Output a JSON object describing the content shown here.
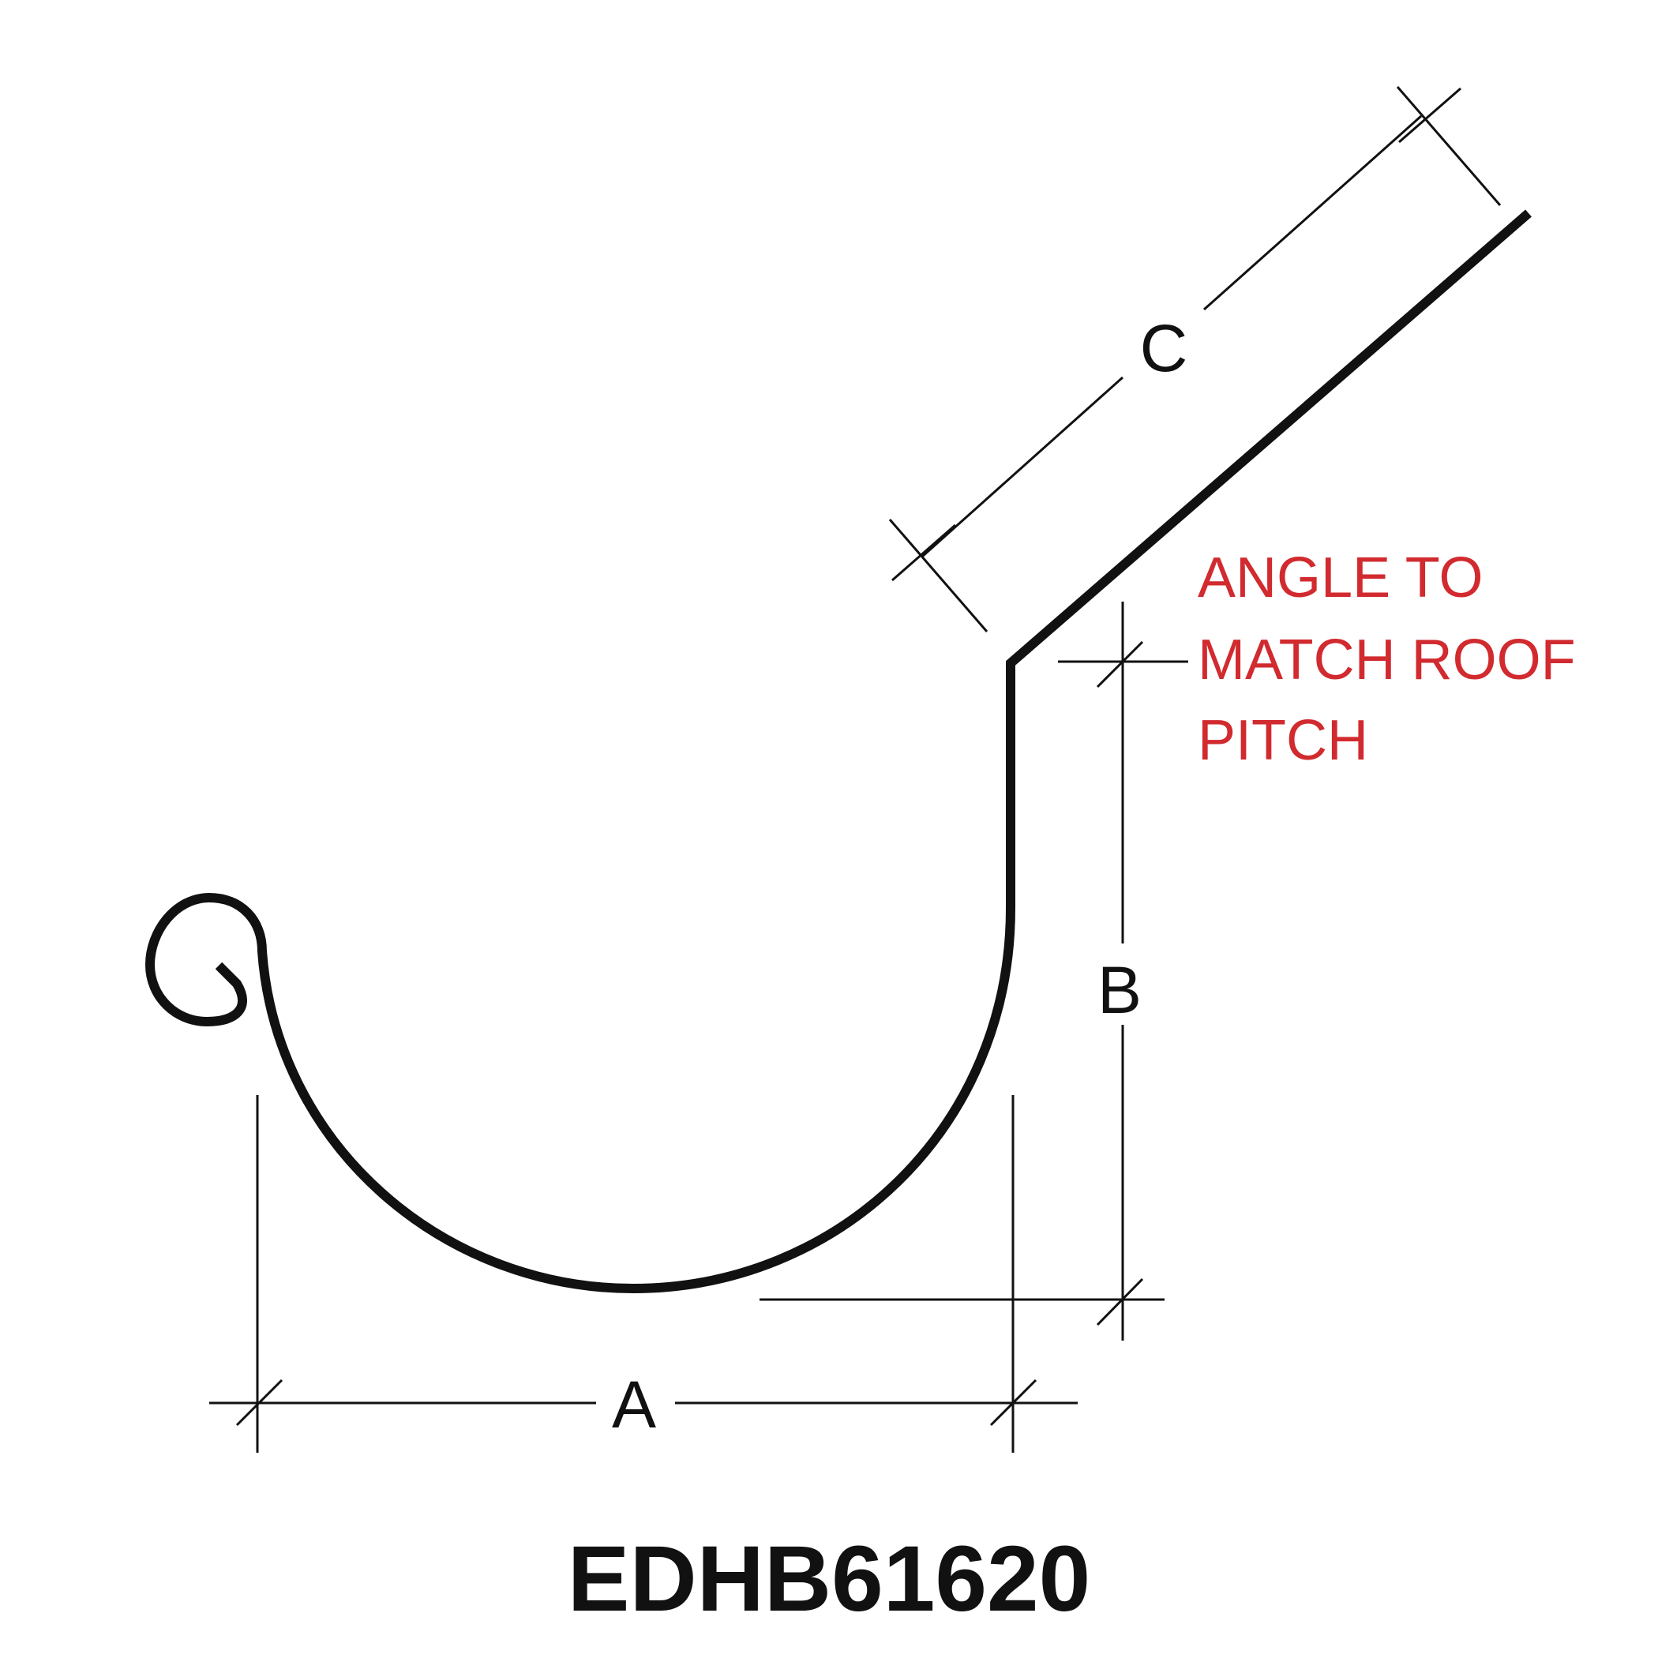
{
  "diagram": {
    "dimensions": {
      "a": "A",
      "b": "B",
      "c": "C"
    },
    "note": {
      "lines": [
        "ANGLE TO",
        "MATCH ROOF",
        "PITCH"
      ],
      "color": "#d12a2f"
    },
    "part_number": "EDHB61620",
    "line_color": "#111111"
  }
}
